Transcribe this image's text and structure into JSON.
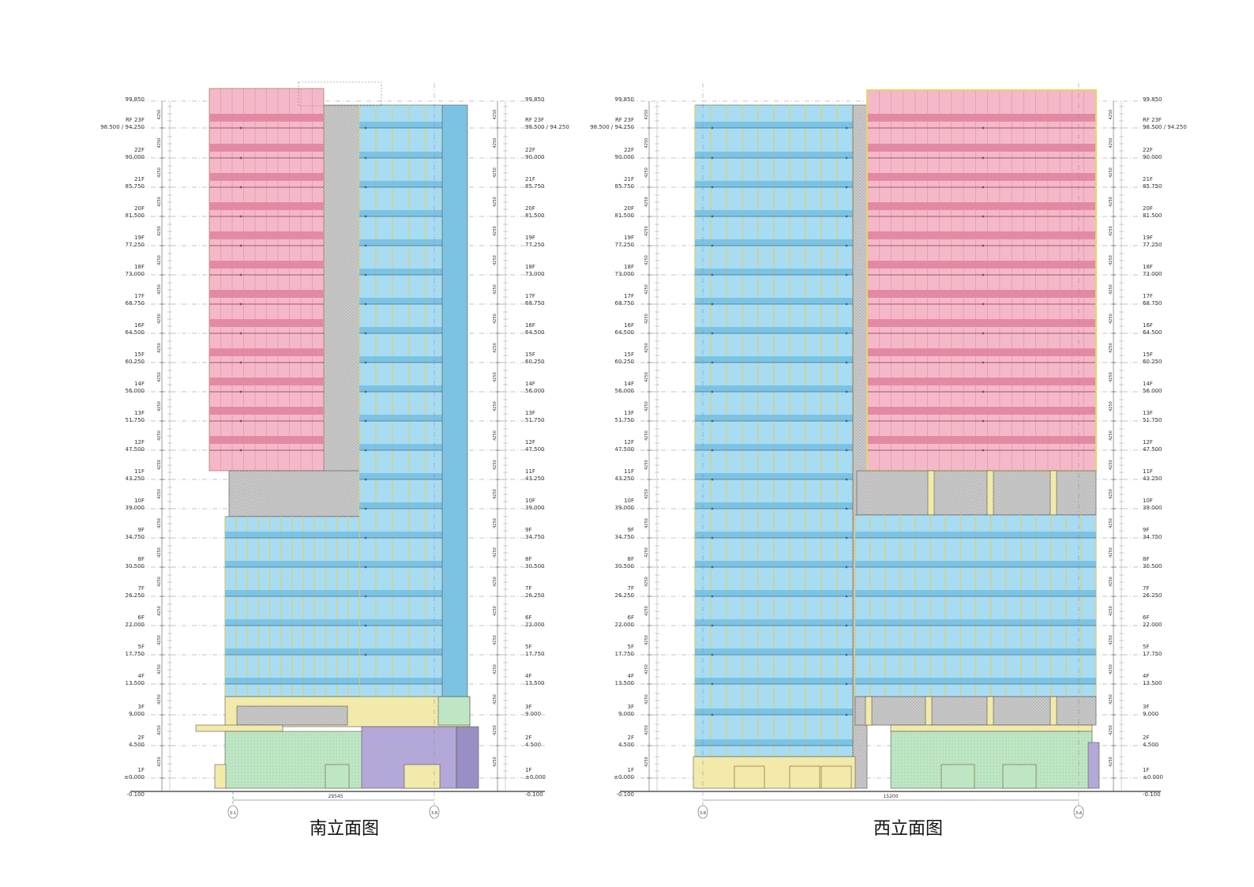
{
  "captions": {
    "south": "南立面图",
    "west": "西立面图"
  },
  "top_elevation": "99.850",
  "base_elevation": "-0.100",
  "levels": [
    {
      "floor": "RF 23F",
      "elev": "98.500 / 94.250"
    },
    {
      "floor": "22F",
      "elev": "90.000"
    },
    {
      "floor": "21F",
      "elev": "85.750"
    },
    {
      "floor": "20F",
      "elev": "81.500"
    },
    {
      "floor": "19F",
      "elev": "77.250"
    },
    {
      "floor": "18F",
      "elev": "73.000"
    },
    {
      "floor": "17F",
      "elev": "68.750"
    },
    {
      "floor": "16F",
      "elev": "64.500"
    },
    {
      "floor": "15F",
      "elev": "60.250"
    },
    {
      "floor": "14F",
      "elev": "56.000"
    },
    {
      "floor": "13F",
      "elev": "51.750"
    },
    {
      "floor": "12F",
      "elev": "47.500"
    },
    {
      "floor": "11F",
      "elev": "43.250"
    },
    {
      "floor": "10F",
      "elev": "39.000"
    },
    {
      "floor": "9F",
      "elev": "34.750"
    },
    {
      "floor": "8F",
      "elev": "30.500"
    },
    {
      "floor": "7F",
      "elev": "26.250"
    },
    {
      "floor": "6F",
      "elev": "22.000"
    },
    {
      "floor": "5F",
      "elev": "17.750"
    },
    {
      "floor": "4F",
      "elev": "13.500"
    },
    {
      "floor": "3F",
      "elev": "9.000"
    },
    {
      "floor": "2F",
      "elev": "4.500"
    },
    {
      "floor": "1F",
      "elev": "±0.000"
    }
  ],
  "floor_dim": "4250",
  "south": {
    "dim": "29545",
    "axis_left": "3-1",
    "axis_right": "3-8"
  },
  "west": {
    "dim": "15200",
    "axis_left": "3-8",
    "axis_right": "3-A"
  },
  "colors": {
    "pink": "#f5b8c8",
    "pink_band": "#e28aa4",
    "blue": "#a8dcf2",
    "blue_dark": "#7cc3e3",
    "yellow": "#f2eaaa",
    "green": "#bfe6c4",
    "grey": "#c4c4c4",
    "purple": "#b4a8d8"
  }
}
